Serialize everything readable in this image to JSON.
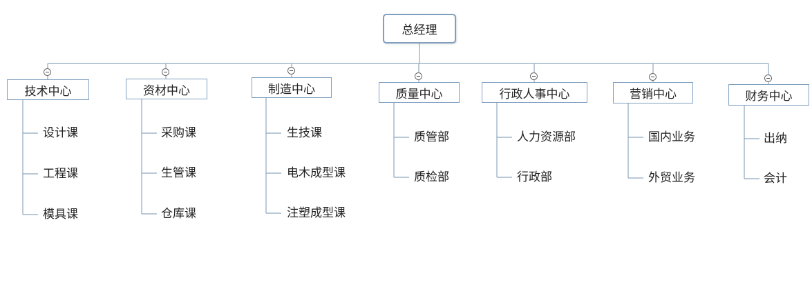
{
  "root": {
    "label": "总经理"
  },
  "departments": [
    {
      "label": "技术中心",
      "children": [
        "设计课",
        "工程课",
        "模具课"
      ]
    },
    {
      "label": "资材中心",
      "children": [
        "采购课",
        "生管课",
        "仓库课"
      ]
    },
    {
      "label": "制造中心",
      "children": [
        "生技课",
        "电木成型课",
        "注塑成型课"
      ]
    },
    {
      "label": "质量中心",
      "children": [
        "质管部",
        "质检部"
      ]
    },
    {
      "label": "行政人事中心",
      "children": [
        "人力资源部",
        "行政部"
      ]
    },
    {
      "label": "营销中心",
      "children": [
        "国内业务",
        "外贸业务"
      ]
    },
    {
      "label": "财务中心",
      "children": [
        "出纳",
        "会计"
      ]
    }
  ],
  "colors": {
    "line": "#8fa6bd",
    "border": "#7f9fbf"
  }
}
